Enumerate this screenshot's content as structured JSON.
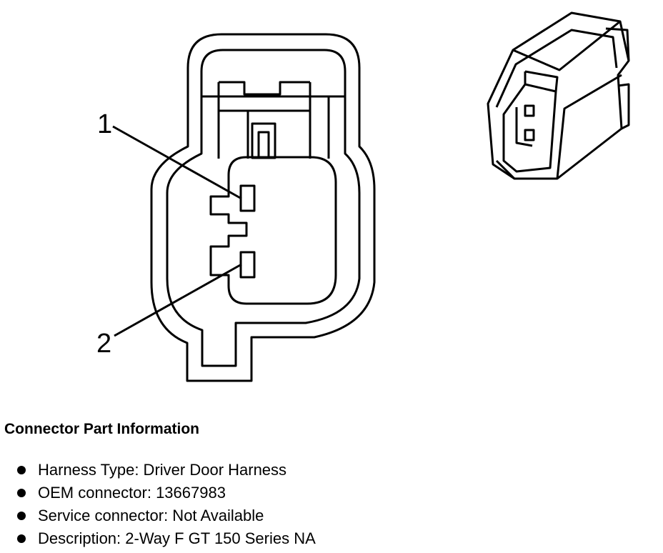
{
  "diagram": {
    "pin_labels": [
      "1",
      "2"
    ]
  },
  "info": {
    "heading": "Connector Part Information",
    "items": [
      "Harness Type: Driver Door Harness",
      "OEM connector: 13667983",
      "Service connector: Not Available",
      "Description: 2-Way F GT 150 Series NA"
    ]
  }
}
